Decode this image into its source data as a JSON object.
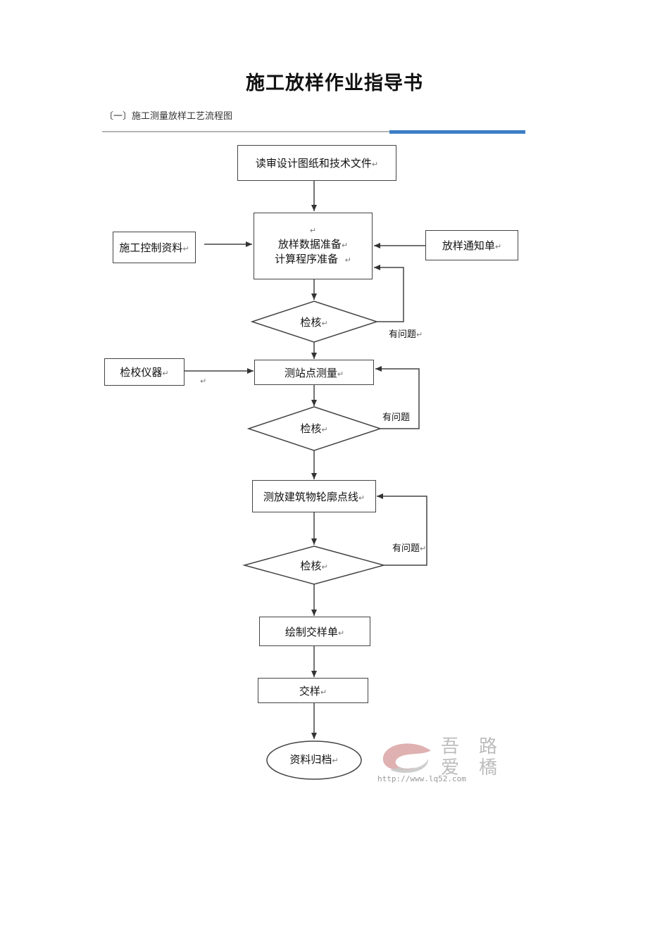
{
  "title": "施工放样作业指导书",
  "subtitle": "〔一〕施工测量放样工艺流程图",
  "flow": {
    "read_docs": "读审设计图纸和技术文件",
    "control_data": "施工控制资料",
    "prep_line1": "放样数据准备",
    "prep_line2": "计算程序准备",
    "notice": "放样通知单",
    "check": "检核",
    "calibrate": "检校仪器",
    "station_survey": "测站点测量",
    "outline": "测放建筑物轮廓点线",
    "draw_sheet": "绘制交样单",
    "handover": "交样",
    "archive": "资料归档",
    "issue": "有问题",
    "return_mark": "↵"
  },
  "watermark": {
    "chars": [
      "吾",
      "路",
      "爱",
      "橋"
    ],
    "url": "http://www.lq52.com"
  }
}
